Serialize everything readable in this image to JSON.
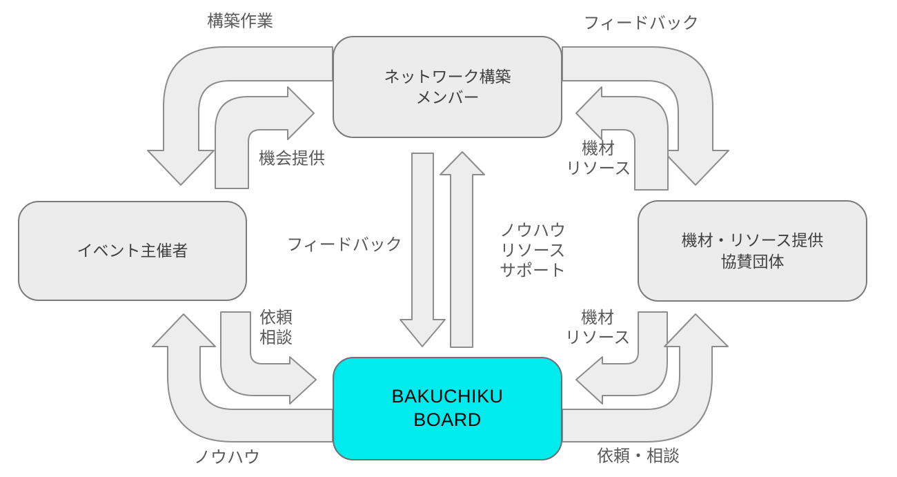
{
  "colors": {
    "canvas_bg": "#ffffff",
    "arrow_fill": "#ededed",
    "arrow_stroke": "#8c8c8c",
    "box_fill": "#ececec",
    "box_stroke": "#7a7a7a",
    "box_text": "#3f3f3f",
    "board_fill": "#00ebee",
    "board_stroke": "#6e6e6e",
    "board_text": "#000000",
    "label_color": "#595959"
  },
  "nodes": {
    "network": {
      "label": "ネットワーク構築\nメンバー"
    },
    "organizer": {
      "label": "イベント主催者"
    },
    "sponsor": {
      "label": "機材・リソース提供\n協賛団体"
    },
    "board": {
      "label": "BAKUCHIKU\nBOARD"
    }
  },
  "edges": {
    "build_work": {
      "label": "構築作業"
    },
    "opportunity": {
      "label": "機会提供"
    },
    "feedback_top_right": {
      "label": "フィードバック"
    },
    "equipment_top_right": {
      "label": "機材\nリソース"
    },
    "feedback_center": {
      "label": "フィードバック"
    },
    "knowhow_resource_support": {
      "label": "ノウハウ\nリソース\nサポート"
    },
    "request_consult_left": {
      "label": "依頼\n相談"
    },
    "knowhow_bottom": {
      "label": "ノウハウ"
    },
    "equipment_bottom_right": {
      "label": "機材\nリソース"
    },
    "request_consult_bottom_right": {
      "label": "依頼・相談"
    }
  }
}
